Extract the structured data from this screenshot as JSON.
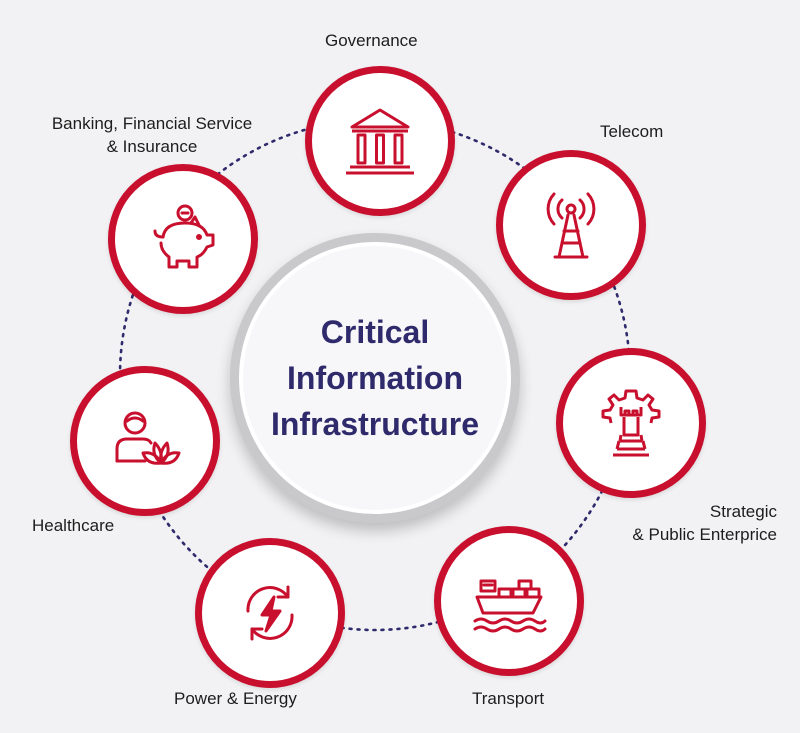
{
  "center": {
    "title_lines": [
      "Critical",
      "Information",
      "Infrastructure"
    ]
  },
  "nodes": [
    {
      "label": "Governance",
      "icon": "government-building-icon"
    },
    {
      "label": "Telecom",
      "icon": "radio-tower-icon"
    },
    {
      "label_lines": [
        "Strategic",
        "& Public Enterprice"
      ],
      "icon": "gear-chess-rook-icon"
    },
    {
      "label": "Transport",
      "icon": "cargo-ship-icon"
    },
    {
      "label": "Power & Energy",
      "icon": "renewable-energy-icon"
    },
    {
      "label": "Healthcare",
      "icon": "person-lotus-icon"
    },
    {
      "label_lines": [
        "Banking, Financial Service",
        "& Insurance"
      ],
      "icon": "piggy-bank-icon"
    }
  ],
  "colors": {
    "accent": "#c8102e",
    "title": "#2e2a6b",
    "connector": "#2e2a6b",
    "background": "#f2f2f4"
  }
}
